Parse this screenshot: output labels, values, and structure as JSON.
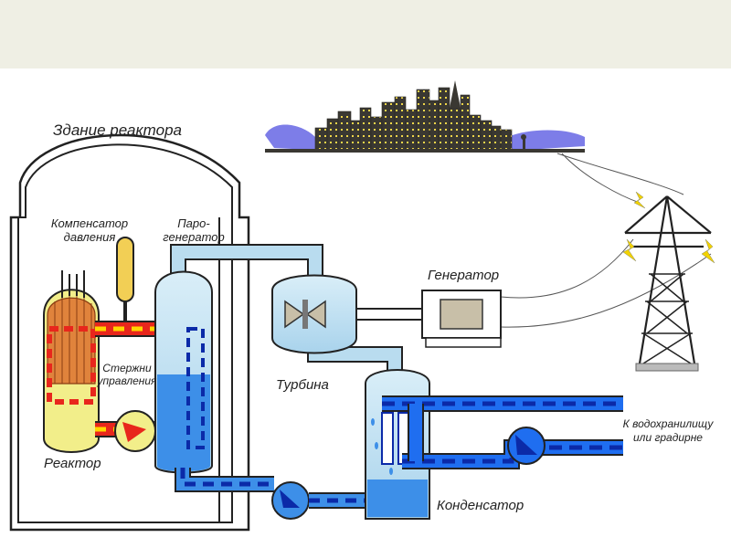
{
  "labels": {
    "reactor_building": "Здание реактора",
    "pressurizer_line1": "Компенсатор",
    "pressurizer_line2": "давления",
    "steam_gen_line1": "Паро-",
    "steam_gen_line2": "генератор",
    "control_rods_line1": "Стержни",
    "control_rods_line2": "управления",
    "reactor": "Реактор",
    "turbine": "Турбина",
    "generator": "Генератор",
    "condenser": "Конденсатор",
    "reservoir_line1": "К водохранилищу",
    "reservoir_line2": "или градирне"
  },
  "colors": {
    "top_band": "#efefe4",
    "hot_loop": "#e8261c",
    "hot_dash": "#ffd500",
    "reactor_vessel": "#f2ee8a",
    "core": "#e0833c",
    "pressurizer": "#f2cf55",
    "steam": "#b9dcef",
    "water": "#3d8fe8",
    "cooling_loop": "#1f6ef0",
    "cooling_dash": "#0b2aa8",
    "city": "#3a3832",
    "city_windows": "#f0d64a",
    "sky_haze": "#7d7de8",
    "generator_body": "#c8bfa8"
  },
  "icons": [
    "pump-icon",
    "turbine-icon",
    "power-tower-icon",
    "lightning-icon",
    "city-skyline-icon"
  ]
}
